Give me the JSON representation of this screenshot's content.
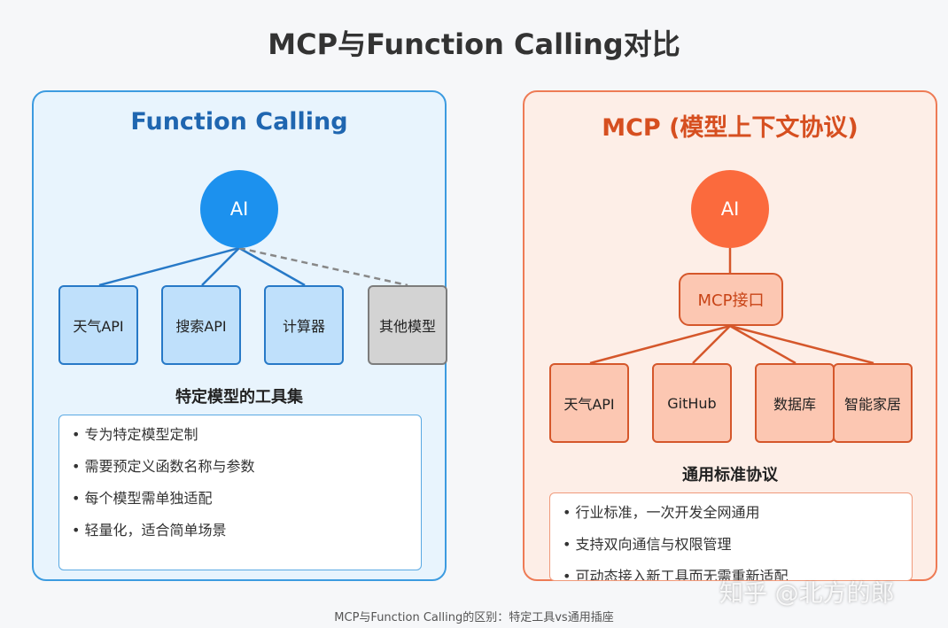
{
  "title": "MCP与Function Calling对比",
  "function_calling": {
    "title": "Function Calling",
    "ai_label": "AI",
    "tools": [
      "天气API",
      "搜索API",
      "计算器",
      "其他模型"
    ],
    "subhead": "特定模型的工具集",
    "bullets": [
      "专为特定模型定制",
      "需要预定义函数名称与参数",
      "每个模型需单独适配",
      "轻量化，适合简单场景"
    ]
  },
  "mcp": {
    "title": "MCP (模型上下文协议)",
    "ai_label": "AI",
    "interface_label": "MCP接口",
    "tools": [
      "天气API",
      "GitHub",
      "数据库",
      "智能家居"
    ],
    "subhead": "通用标准协议",
    "bullets": [
      "行业标准，一次开发全网通用",
      "支持双向通信与权限管理",
      "可动态接入新工具而无需重新适配"
    ]
  },
  "watermark": "知乎 @北方的郎",
  "caption": "MCP与Function Calling的区别：特定工具vs通用插座"
}
